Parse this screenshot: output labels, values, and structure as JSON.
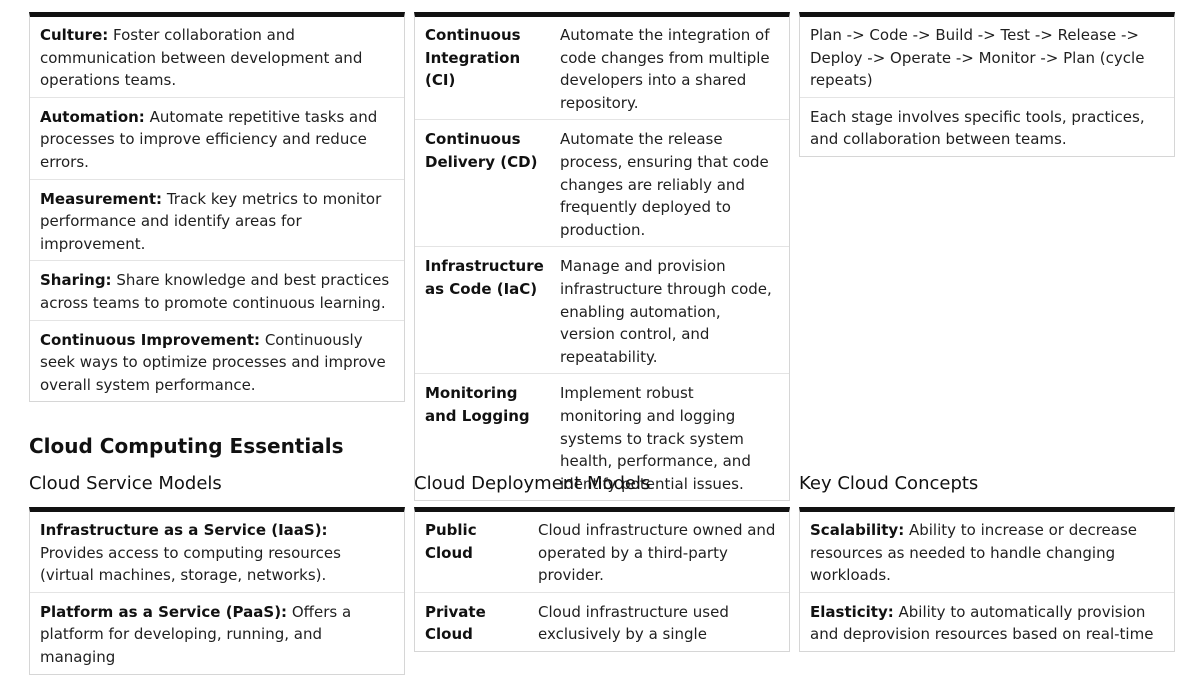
{
  "top_left": [
    {
      "term": "Culture:",
      "text": " Foster collaboration and communication between development and operations teams."
    },
    {
      "term": "Automation:",
      "text": " Automate repetitive tasks and processes to improve efficiency and reduce errors."
    },
    {
      "term": "Measurement:",
      "text": " Track key metrics to monitor performance and identify areas for improvement."
    },
    {
      "term": "Sharing:",
      "text": " Share knowledge and best practices across teams to promote continuous learning."
    },
    {
      "term": "Continuous Improvement:",
      "text": " Continuously seek ways to optimize processes and improve overall system performance."
    }
  ],
  "top_middle": [
    {
      "term": "Continuous Integration (CI)",
      "text": "Automate the integration of code changes from multiple developers into a shared repository."
    },
    {
      "term": "Continuous Delivery (CD)",
      "text": "Automate the release process, ensuring that code changes are reliably and frequently deployed to production."
    },
    {
      "term": "Infrastructure as Code (IaC)",
      "text": "Manage and provision infrastructure through code, enabling automation, version control, and repeatability."
    },
    {
      "term": "Monitoring and Logging",
      "text": "Implement robust monitoring and logging systems to track system health, performance, and identify potential issues."
    }
  ],
  "top_right": [
    "Plan -> Code -> Build -> Test -> Release -> Deploy -> Operate -> Monitor -> Plan (cycle repeats)",
    "Each stage involves specific tools, practices, and collaboration between teams."
  ],
  "section_title": "Cloud Computing Essentials",
  "service_models": {
    "heading": "Cloud Service Models",
    "items": [
      {
        "term": "Infrastructure as a Service (IaaS):",
        "text": " Provides access to computing resources (virtual machines, storage, networks)."
      },
      {
        "term": "Platform as a Service (PaaS):",
        "text": " Offers a platform for developing, running, and managing"
      }
    ]
  },
  "deployment_models": {
    "heading": "Cloud Deployment Models",
    "items": [
      {
        "term": "Public Cloud",
        "text": "Cloud infrastructure owned and operated by a third-party provider."
      },
      {
        "term": "Private Cloud",
        "text": "Cloud infrastructure used exclusively by a single"
      }
    ]
  },
  "key_concepts": {
    "heading": "Key Cloud Concepts",
    "items": [
      {
        "term": "Scalability:",
        "text": " Ability to increase or decrease resources as needed to handle changing workloads."
      },
      {
        "term": "Elasticity:",
        "text": " Ability to automatically provision and deprovision resources based on real-time"
      }
    ]
  }
}
